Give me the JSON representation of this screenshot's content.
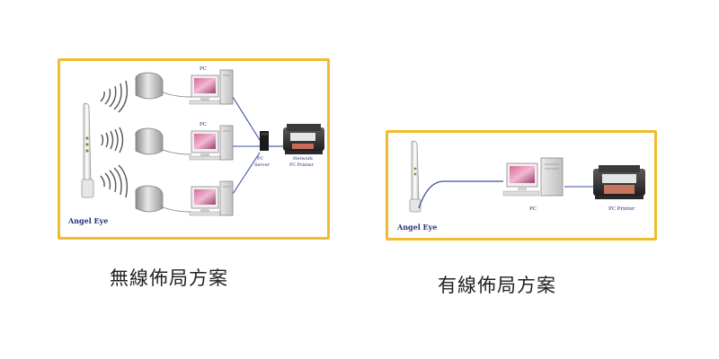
{
  "wireless_diagram": {
    "brand": "Angel Eye",
    "pc_label": "PC",
    "server_label_1": "PC",
    "server_label_2": "Server",
    "printer_label_1": "Network",
    "printer_label_2": "PC Printer",
    "caption": "無線佈局方案"
  },
  "wired_diagram": {
    "brand": "Angel Eye",
    "pc_label": "PC",
    "printer_label": "PC Printer",
    "caption": "有線佈局方案"
  },
  "colors": {
    "panel_border": "#f0bc2e",
    "network_line": "#3b4fa0",
    "label_text": "#1f2f6e"
  }
}
